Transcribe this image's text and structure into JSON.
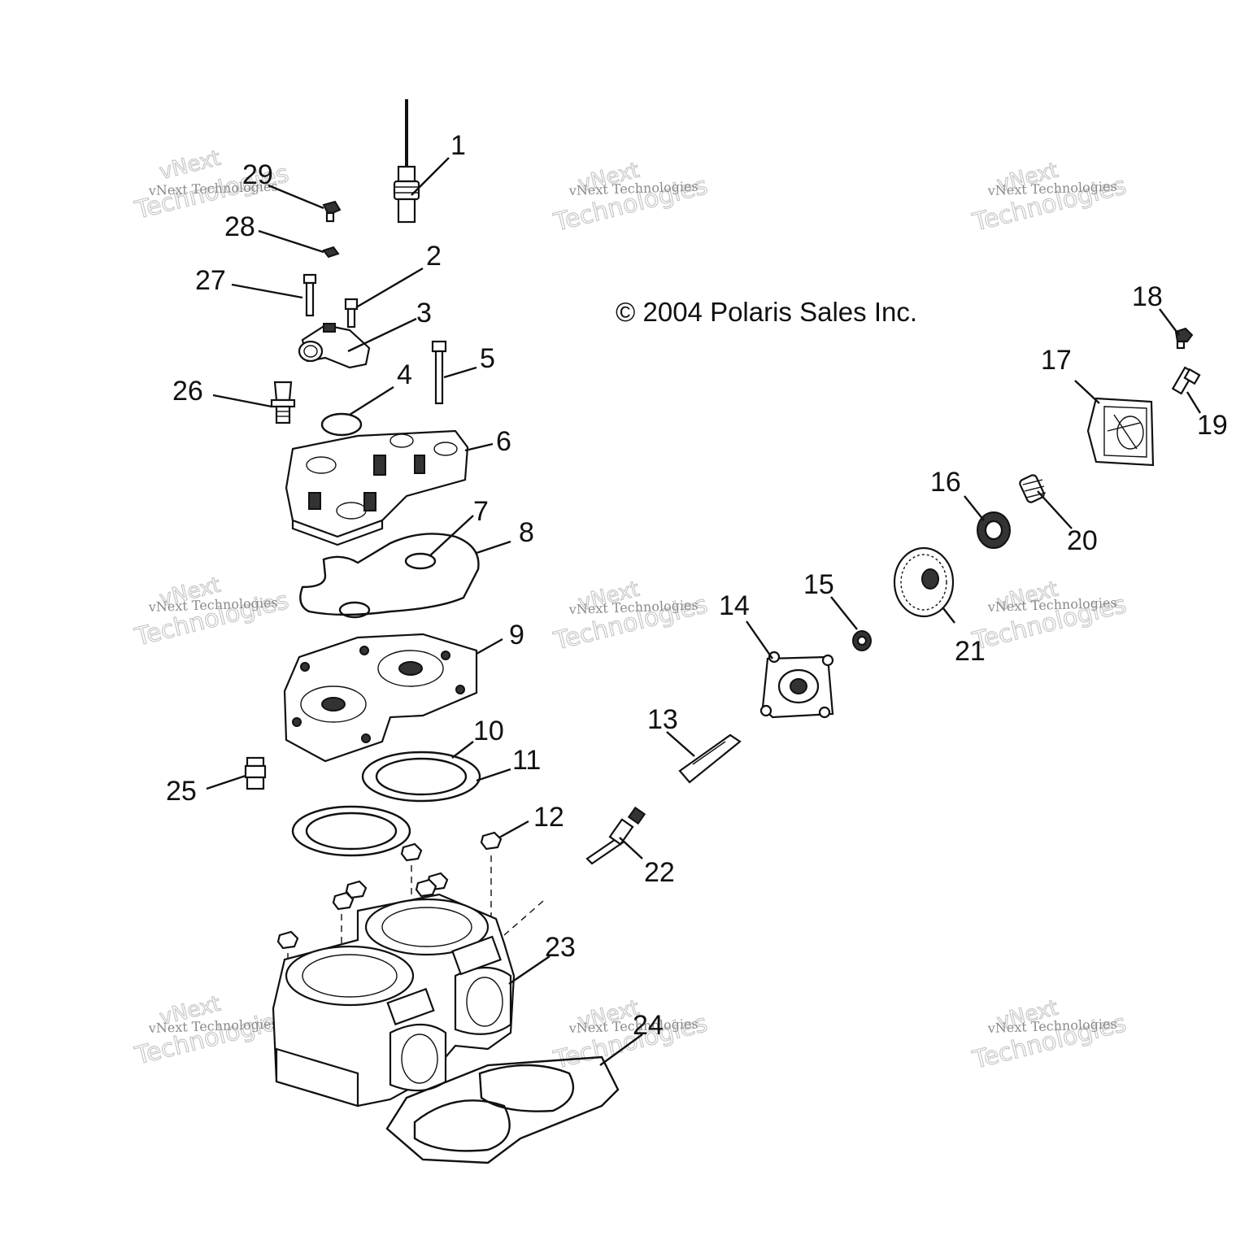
{
  "copyright": "© 2004 Polaris Sales Inc.",
  "watermark": {
    "line1": "vNext Technologies",
    "line2": "Technologies",
    "line3": "vNext"
  },
  "callouts": {
    "c1": "1",
    "c2": "2",
    "c3": "3",
    "c4": "4",
    "c5": "5",
    "c6": "6",
    "c7": "7",
    "c8": "8",
    "c9": "9",
    "c10": "10",
    "c11": "11",
    "c12": "12",
    "c13": "13",
    "c14": "14",
    "c15": "15",
    "c16": "16",
    "c17": "17",
    "c18": "18",
    "c19": "19",
    "c20": "20",
    "c21": "21",
    "c22": "22",
    "c23": "23",
    "c24": "24",
    "c25": "25",
    "c26": "26",
    "c27": "27",
    "c28": "28",
    "c29": "29"
  }
}
